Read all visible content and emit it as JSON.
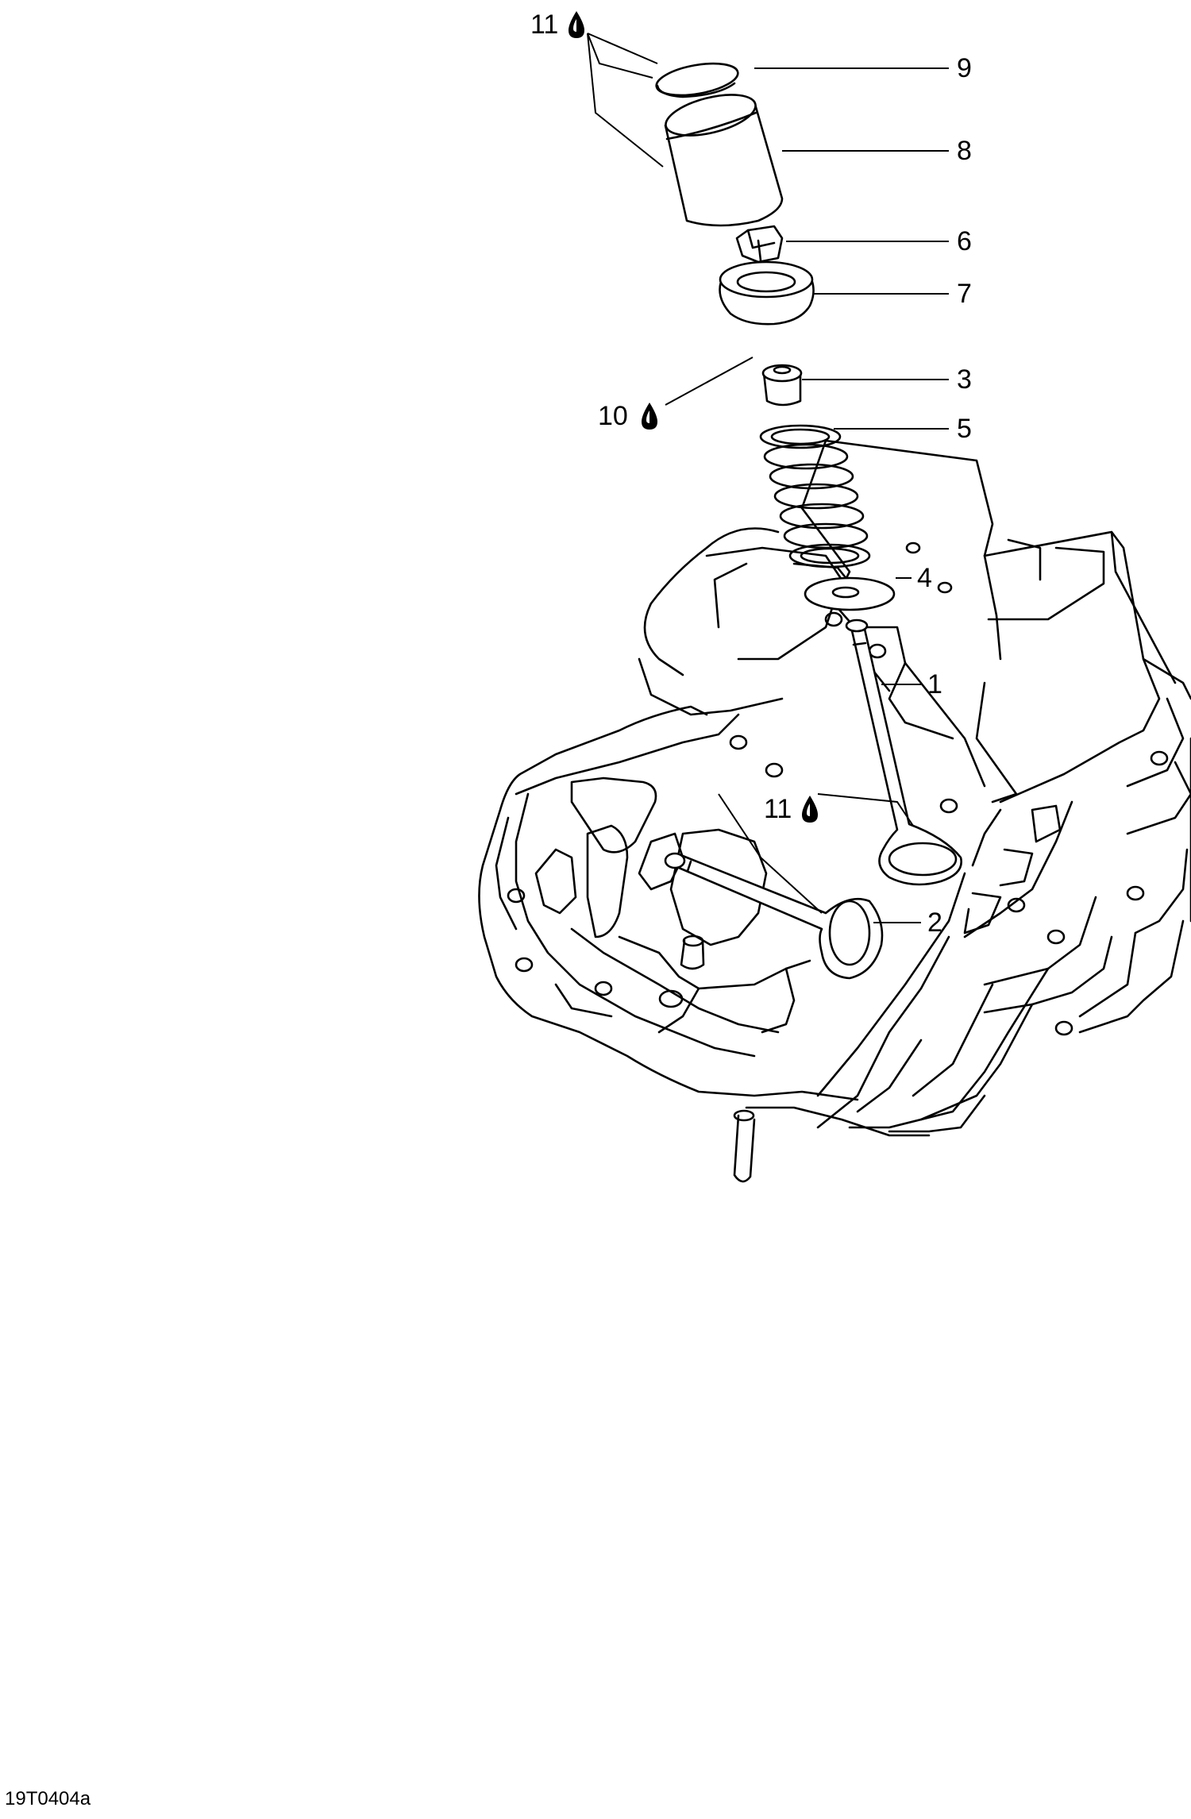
{
  "figure_id": "19T0404a",
  "callouts": [
    {
      "id": "c11a",
      "text": "11"
    },
    {
      "id": "c9",
      "text": "9"
    },
    {
      "id": "c8",
      "text": "8"
    },
    {
      "id": "c6",
      "text": "6"
    },
    {
      "id": "c7",
      "text": "7"
    },
    {
      "id": "c3",
      "text": "3"
    },
    {
      "id": "c10",
      "text": "10"
    },
    {
      "id": "c5",
      "text": "5"
    },
    {
      "id": "c4",
      "text": "4"
    },
    {
      "id": "c1",
      "text": "1"
    },
    {
      "id": "c11b",
      "text": "11"
    },
    {
      "id": "c2",
      "text": "2"
    }
  ],
  "icons": {
    "lubricant": "oil-drop-icon"
  }
}
